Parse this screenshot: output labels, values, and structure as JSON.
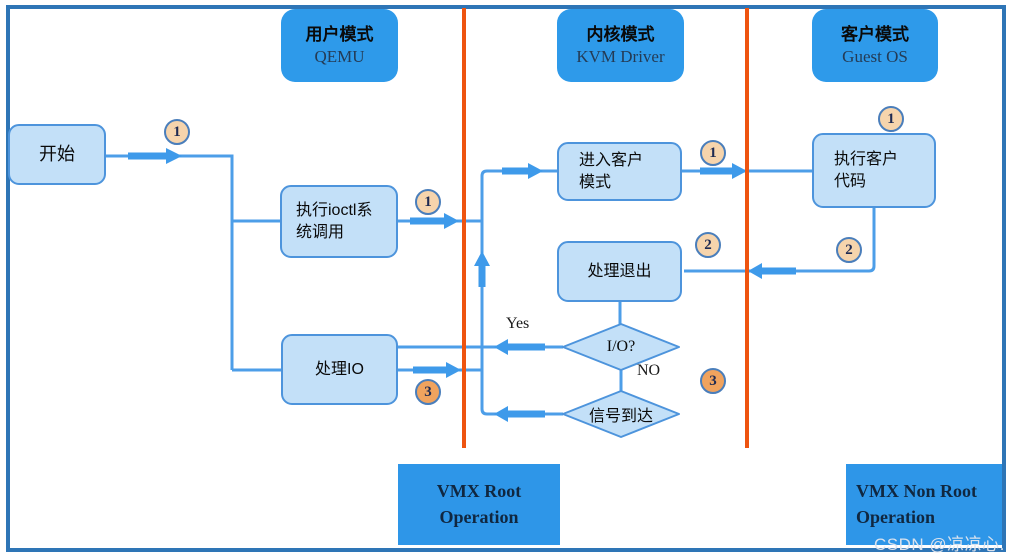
{
  "header": {
    "columns": [
      {
        "title": "用户模式",
        "subtitle": "QEMU"
      },
      {
        "title": "内核模式",
        "subtitle": "KVM Driver"
      },
      {
        "title": "客户模式",
        "subtitle": "Guest OS"
      }
    ]
  },
  "nodes": {
    "start": "开始",
    "ioctl": {
      "line1": "执行ioctl系",
      "line2": "统调用"
    },
    "enter_guest": {
      "line1": "进入客户",
      "line2": "模式"
    },
    "exec_guest": {
      "line1": "执行客户",
      "line2": "代码"
    },
    "handle_exit": "处理退出",
    "handle_io": "处理IO",
    "io_decision": "I/O?",
    "signal_arrival": "信号到达"
  },
  "edge_labels": {
    "yes": "Yes",
    "no": "NO"
  },
  "badges": {
    "one": "1",
    "two": "2",
    "three": "3"
  },
  "footer": {
    "vmx_root": {
      "line1": "VMX Root",
      "line2": "Operation"
    },
    "vmx_non_root": {
      "line1": "VMX Non Root",
      "line2": "Operation"
    }
  },
  "watermark": "CSDN @凉凉心.",
  "colors": {
    "border": "#2E75B6",
    "separator": "#EE5410",
    "header_fill": "#2E9AEA",
    "node_fill": "#C3E0F8",
    "node_border": "#4D94DC",
    "wire": "#4D9EE8",
    "arrow": "#3E9AEA",
    "badge_peach": "#F6D4AC",
    "badge_orange": "#F0A35E"
  }
}
